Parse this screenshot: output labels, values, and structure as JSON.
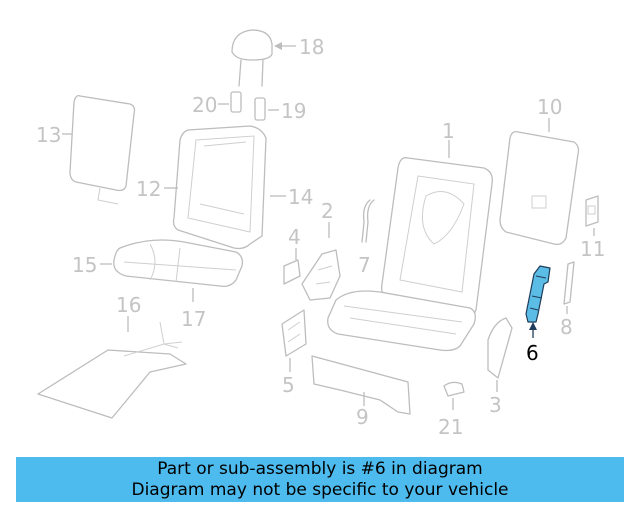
{
  "callouts": {
    "c1": "1",
    "c2": "2",
    "c3": "3",
    "c4": "4",
    "c5": "5",
    "c6": "6",
    "c7": "7",
    "c8": "8",
    "c9": "9",
    "c10": "10",
    "c11": "11",
    "c12": "12",
    "c13": "13",
    "c14": "14",
    "c15": "15",
    "c16": "16",
    "c17": "17",
    "c18": "18",
    "c19": "19",
    "c20": "20",
    "c21": "21"
  },
  "highlighted_part": "6",
  "colors": {
    "highlight_fill": "#5bbde6",
    "banner_bg": "#4dbbee",
    "part_stroke": "#bdbdbd"
  },
  "banner": {
    "line1": "Part or sub-assembly is #6 in diagram",
    "line2": "Diagram may not be specific to your vehicle"
  }
}
